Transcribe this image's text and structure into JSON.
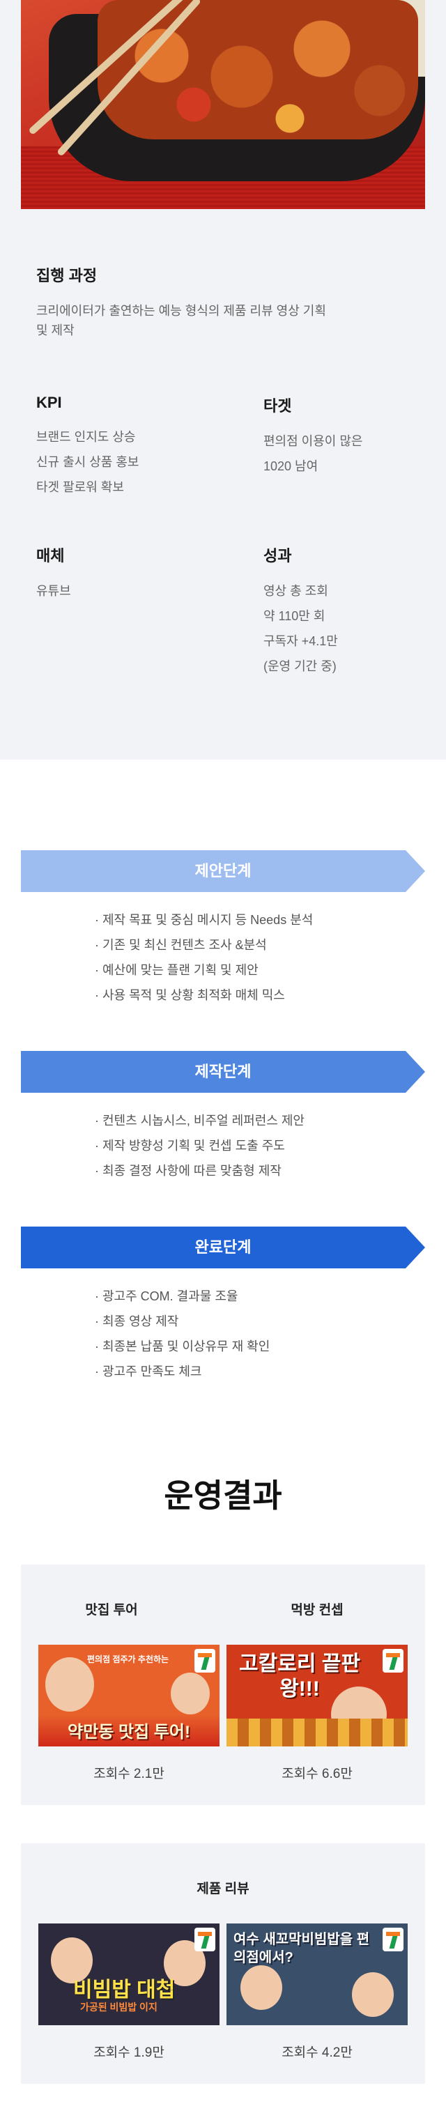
{
  "overview": {
    "process": {
      "title": "집행 과정",
      "lines": [
        "크리에이터가 출연하는 예능 형식의 제품 리뷰 영상 기획",
        "및 제작"
      ]
    },
    "kpi": {
      "title": "KPI",
      "lines": [
        "브랜드 인지도 상승",
        "신규 출시 상품 홍보",
        "타겟 팔로워 확보"
      ]
    },
    "target": {
      "title": "타겟",
      "lines": [
        "편의점 이용이 많은",
        "1020 남여"
      ]
    },
    "media": {
      "title": "매체",
      "lines": [
        "유튜브"
      ]
    },
    "result": {
      "title": "성과",
      "lines": [
        "영상 총 조회",
        "약 110만 회",
        "구독자 +4.1만",
        "(운영 기간 중)"
      ]
    }
  },
  "steps": [
    {
      "title": "제안단계",
      "color": "#9dbcef",
      "items": [
        "· 제작 목표 및 중심 메시지 등 Needs 분석",
        "· 기존 및 최신 컨텐츠 조사 &분석",
        "· 예산에 맞는 플랜 기획 및 제안",
        "· 사용 목적 및 상황 최적화 매체 믹스"
      ]
    },
    {
      "title": "제작단계",
      "color": "#4f87e0",
      "items": [
        "· 컨텐츠 시놉시스, 비주얼 레퍼런스 제안",
        "· 제작 방향성 기획 및 컨셉 도출 주도",
        "· 최종 결정 사항에 따른 맞춤형 제작"
      ]
    },
    {
      "title": "완료단계",
      "color": "#1f63d6",
      "items": [
        "· 광고주 COM. 결과물 조율",
        "· 최종 영상 제작",
        "· 최종본 납품 및 이상유무 재 확인",
        "· 광고주 만족도 체크"
      ]
    }
  ],
  "results": {
    "title": "운영결과",
    "card1": {
      "left_label": "맛집 투어",
      "right_label": "먹방 컨셉",
      "left_thumb": {
        "caption": "약만동 맛집 투어!",
        "top": "편의점 점주가 추천하는",
        "bg": "#e8612b"
      },
      "right_thumb": {
        "caption": "고칼로리 끝판왕!!!",
        "bg": "#d23a1c"
      },
      "left_views": "조회수 2.1만",
      "right_views": "조회수 6.6만"
    },
    "card2": {
      "label": "제품 리뷰",
      "left_thumb": {
        "caption": "비빔밥 대첩",
        "sub": "가공된 비빔밥 이지",
        "bg": "#2e2a3d"
      },
      "right_thumb": {
        "caption": "여수 새꼬막비빔밥을 편의점에서?",
        "bg": "#3a4f6a"
      },
      "left_views": "조회수 1.9만",
      "right_views": "조회수 4.2만"
    }
  }
}
